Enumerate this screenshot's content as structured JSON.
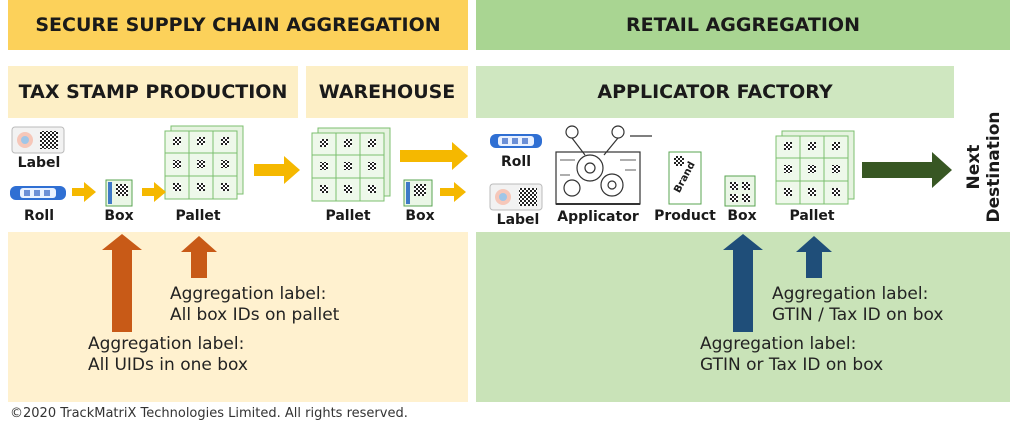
{
  "sections": {
    "secure": "SECURE SUPPLY CHAIN AGGREGATION",
    "retail": "RETAIL AGGREGATION"
  },
  "stages": {
    "tax_stamp": "TAX STAMP PRODUCTION",
    "warehouse": "WAREHOUSE",
    "applicator_factory": "APPLICATOR FACTORY",
    "next_destination": "Next Destination"
  },
  "items": {
    "label_1": "Label",
    "roll_1": "Roll",
    "box_1": "Box",
    "pallet_1": "Pallet",
    "pallet_2": "Pallet",
    "box_2": "Box",
    "roll_2": "Roll",
    "label_2": "Label",
    "applicator": "Applicator",
    "product": "Product",
    "box_3": "Box",
    "pallet_3": "Pallet",
    "brand": "Brand"
  },
  "notes": {
    "pallet_ids": {
      "line1": "Aggregation label:",
      "line2": "All box IDs on pallet"
    },
    "uids_box": {
      "line1": "Aggregation label:",
      "line2": "All UIDs in one box"
    },
    "gtin_slash": {
      "line1": "Aggregation label:",
      "line2": "GTIN / Tax ID on box"
    },
    "gtin_or": {
      "line1": "Aggregation label:",
      "line2": "GTIN or Tax ID on box"
    }
  },
  "colors": {
    "secure_header": "#fcd15a",
    "secure_stage": "#fdefc6",
    "secure_bg": "#fff1cf",
    "retail_header": "#a9d592",
    "retail_stage": "#cfe7c0",
    "retail_bg": "#c9e3b8",
    "arrow_yellow": "#f5b800",
    "arrow_orange": "#c85a17",
    "arrow_blue": "#1f4e79",
    "arrow_green": "#385723"
  },
  "copyright": "©2020 TrackMatriX Technologies Limited. All rights reserved."
}
